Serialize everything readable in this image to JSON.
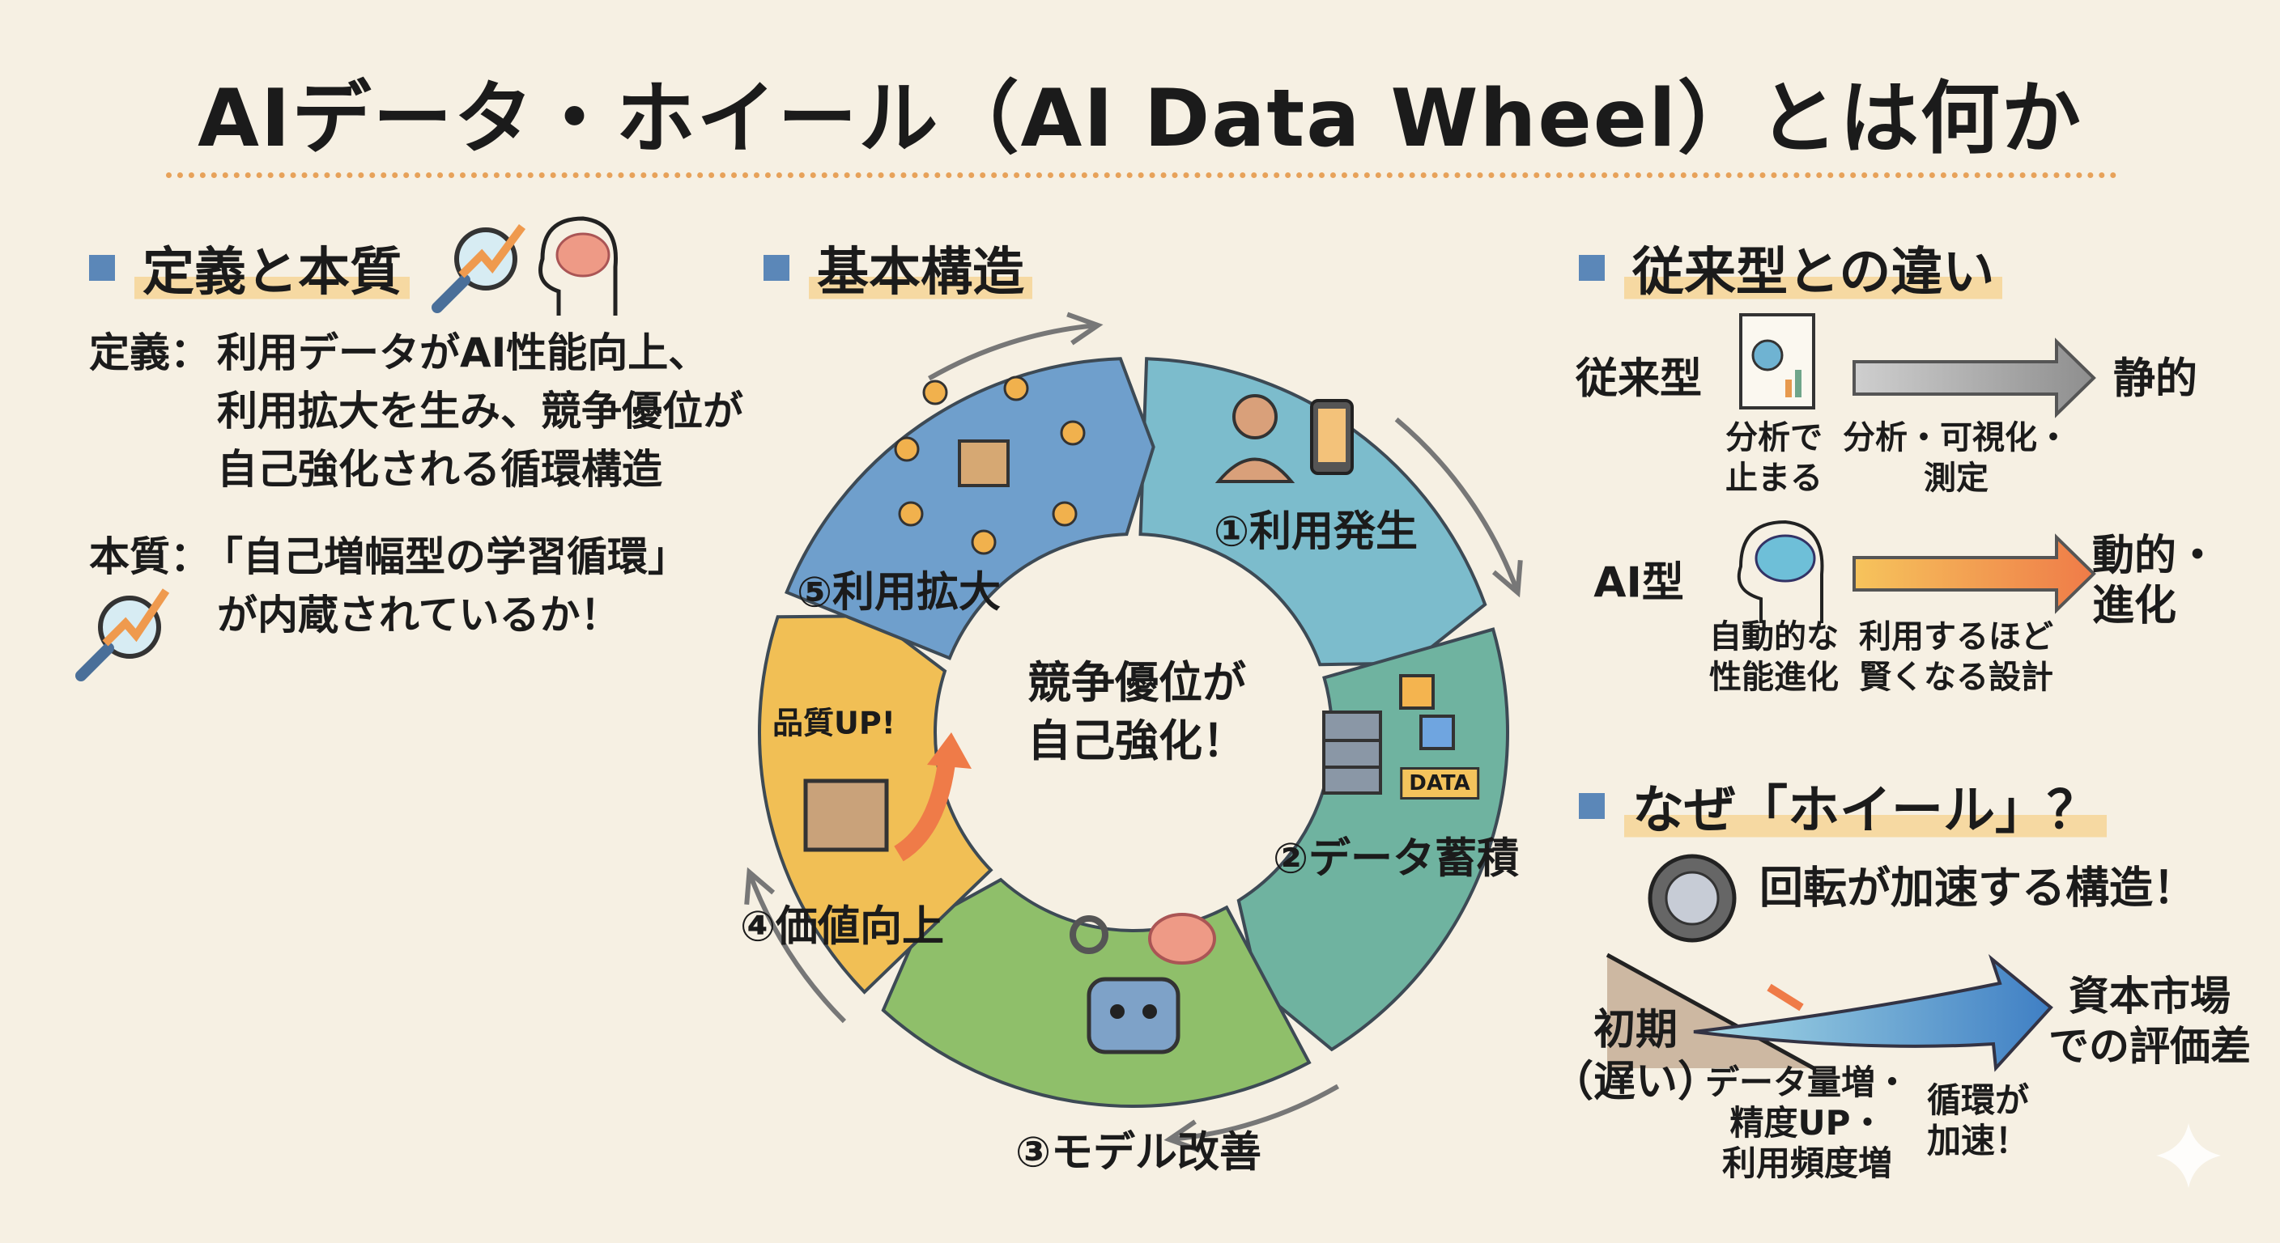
{
  "title": "AIデータ・ホイール（AI Data Wheel）とは何か",
  "colors": {
    "bg": "#f6f0e3",
    "accent": "#e7a25a",
    "bullet": "#5b87b8",
    "seg1": "#7cbccc",
    "seg2": "#6fb3a0",
    "seg3": "#8fbf6a",
    "seg4": "#f1bf55",
    "seg5": "#6f9fcc"
  },
  "definition": {
    "heading": "定義と本質",
    "def_label": "定義：",
    "def_lines": [
      "利用データがAI性能向上、",
      "利用拡大を生み、競争優位が",
      "自己強化される循環構造"
    ],
    "essence_label": "本質：",
    "essence_lines": [
      "「自己増幅型の学習循環」",
      "が内蔵されているか！"
    ]
  },
  "structure": {
    "heading": "基本構造",
    "center": [
      "競争優位が",
      "自己強化！"
    ],
    "steps": [
      "①利用発生",
      "②データ蓄積",
      "③モデル改善",
      "④価値向上",
      "⑤利用拡大"
    ],
    "quality_badge": "品質UP!",
    "data_badge": "DATA"
  },
  "comparison": {
    "heading": "従来型との違い",
    "traditional": {
      "label": "従来型",
      "icon_caption": [
        "分析で",
        "止まる"
      ],
      "arrow_caption": [
        "分析・可視化・",
        "測定"
      ],
      "result": "静的"
    },
    "ai": {
      "label": "AI型",
      "icon_caption": [
        "自動的な",
        "性能進化"
      ],
      "arrow_caption": [
        "利用するほど",
        "賢くなる設計"
      ],
      "result": [
        "動的・",
        "進化"
      ]
    }
  },
  "why": {
    "heading": "なぜ「ホイール」？",
    "tagline": "回転が加速する構造！",
    "start": [
      "初期",
      "（遅い）"
    ],
    "factors": [
      "データ量増・",
      "精度UP・",
      "利用頻度増"
    ],
    "accel": [
      "循環が",
      "加速！"
    ],
    "end": [
      "資本市場",
      "での評価差"
    ]
  }
}
